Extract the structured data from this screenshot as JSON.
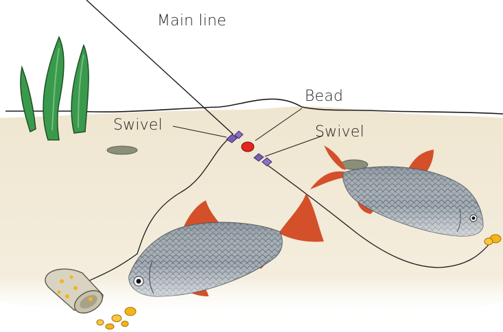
{
  "labels": {
    "main_line": "Main line",
    "bead": "Bead",
    "swivel_left": "Swivel",
    "swivel_right": "Swivel"
  },
  "icons": [
    "weed-plant",
    "pebble",
    "fish",
    "bait-feeder",
    "sweetcorn-bait",
    "swivel",
    "bead"
  ],
  "colors": {
    "sand": "#f2ead6",
    "weed": "#3a9a4c",
    "line": "#1a1a1a",
    "bead": "#e0261f",
    "swivel": "#7a5fb0",
    "fish_body": "#9aa3ab",
    "fish_fin": "#d4502a",
    "corn": "#f4b41a"
  }
}
